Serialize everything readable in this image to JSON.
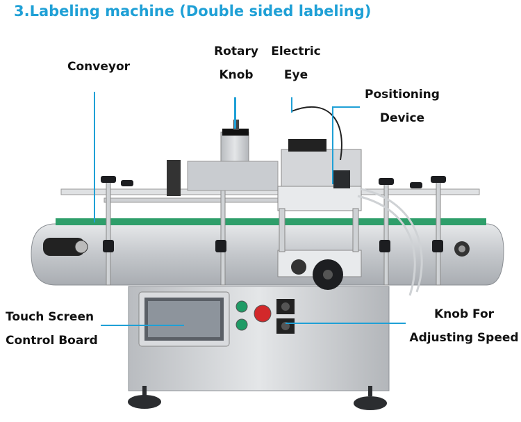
{
  "title": "3.Labeling machine (Double sided labeling)",
  "labels": {
    "conveyor": "Conveyor",
    "rotary_knob": [
      "Rotary",
      "Knob"
    ],
    "electric_eye": [
      "Electric",
      "Eye"
    ],
    "positioning_device": [
      "Positioning",
      "Device"
    ],
    "touch_screen": [
      "Touch Screen",
      "Control Board"
    ],
    "speed_knob": [
      "Knob For",
      "Adjusting Speed"
    ]
  },
  "colors": {
    "accent": "#1fa0d6",
    "conveyor_belt": "#2e9e6a",
    "steel": "#c8cbcf"
  }
}
